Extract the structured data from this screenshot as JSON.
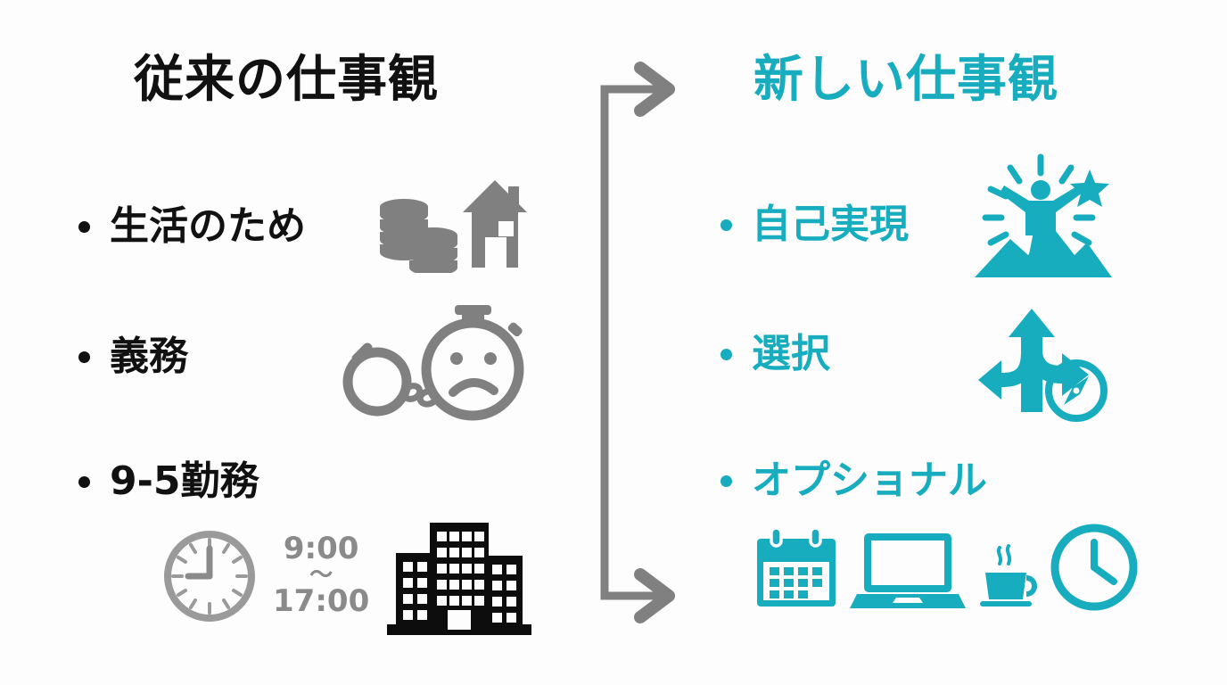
{
  "slide": {
    "background_color": "#fdfdfd",
    "accent_color": "#17adbf",
    "dark_color": "#111111",
    "gray_color": "#808080"
  },
  "left_column": {
    "title": "従来の仕事観",
    "title_color": "#111111",
    "bullets": [
      {
        "label": "生活のため",
        "bullet_color": "#111111"
      },
      {
        "label": "義務",
        "bullet_color": "#111111"
      },
      {
        "label": "9-5勤務",
        "bullet_color": "#111111"
      }
    ],
    "icons": {
      "money_house": [
        "coins-stack-icon",
        "house-icon"
      ],
      "obligation": [
        "handcuff-icon",
        "sad-stopwatch-icon"
      ],
      "work_hours": [
        "wall-clock-icon",
        "office-buildings-icon"
      ]
    },
    "work_hours": {
      "start_time": "9:00",
      "separator": "〜",
      "end_time": "17:00",
      "text_color": "#8a8a8a"
    }
  },
  "right_column": {
    "title": "新しい仕事観",
    "title_color": "#17adbf",
    "bullets": [
      {
        "label": "自己実現",
        "bullet_color": "#17adbf"
      },
      {
        "label": "選択",
        "bullet_color": "#17adbf"
      },
      {
        "label": "オプショナル",
        "bullet_color": "#17adbf"
      }
    ],
    "icons": {
      "self_actualization": [
        "person-on-summit-icon",
        "star-icon",
        "rays-icon"
      ],
      "choice": [
        "three-way-arrows-icon",
        "compass-icon"
      ],
      "flexible": [
        "calendar-icon",
        "laptop-icon",
        "coffee-cup-icon",
        "clock-icon"
      ]
    }
  },
  "connector": {
    "name": "transition-arrow",
    "color": "#808080",
    "direction": "left-to-right",
    "arrow_count": 2
  }
}
